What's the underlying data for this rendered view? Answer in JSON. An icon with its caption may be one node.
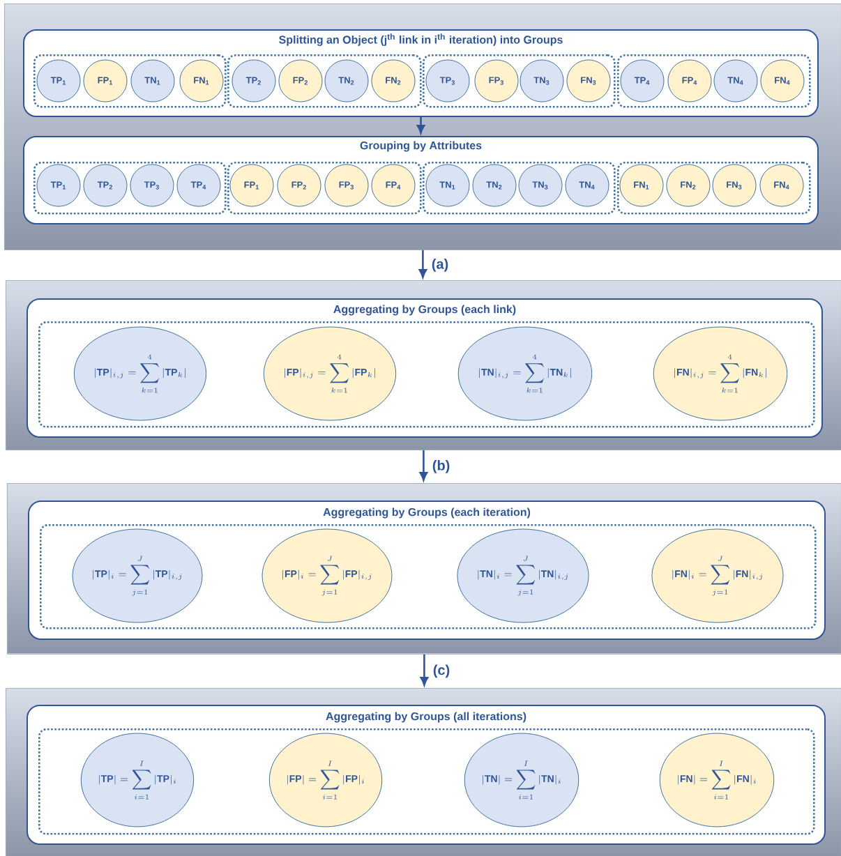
{
  "diagram": {
    "nodes": [
      {
        "text": [],
        "shape": "box"
      },
      {
        "text": [
          "Splitting an Object (j$^{th}$ link in i$^{th}$ iteration) into Groups"
        ],
        "in": 0
      },
      {
        "text": [],
        "shape": "box",
        "in": 1
      },
      {
        "text": [],
        "shape": "box",
        "in": 1
      },
      {
        "text": [],
        "shape": "box",
        "in": 1
      },
      {
        "text": [],
        "shape": "box",
        "in": 1
      },
      {
        "text": [
          "TP$_{1}$"
        ],
        "in": 2
      },
      {
        "text": [
          "FP$_{1}$"
        ],
        "in": 2
      },
      {
        "text": [
          "TN$_{1}$"
        ],
        "in": 2
      },
      {
        "text": [
          "FN$_{1}$"
        ],
        "in": 2
      },
      {
        "text": [
          "TP$_{2}$"
        ],
        "in": 3
      },
      {
        "text": [
          "FP$_{2}$"
        ],
        "in": 3
      },
      {
        "text": [
          "TN$_{2}$"
        ],
        "in": 3
      },
      {
        "text": [
          "FN$_{2}$"
        ],
        "in": 3
      },
      {
        "text": [
          "TP$_{3}$"
        ],
        "in": 4
      },
      {
        "text": [
          "FP$_{3}$"
        ],
        "in": 4
      },
      {
        "text": [
          "TN$_{3}$"
        ],
        "in": 4
      },
      {
        "text": [
          "FN$_{3}$"
        ],
        "in": 4
      },
      {
        "text": [
          "TP$_{4}$"
        ],
        "in": 5
      },
      {
        "text": [
          "FP$_{4}$"
        ],
        "in": 5
      },
      {
        "text": [
          "TN$_{4}$"
        ],
        "in": 5
      },
      {
        "text": [
          "FN$_{4}$"
        ],
        "in": 5
      },
      {
        "text": [
          "Grouping by Attributes"
        ],
        "in": 0
      },
      {
        "text": [],
        "shape": "box",
        "in": 22
      },
      {
        "text": [],
        "shape": "box",
        "in": 22
      },
      {
        "text": [],
        "shape": "box",
        "in": 22
      },
      {
        "text": [],
        "shape": "box",
        "in": 22
      },
      {
        "text": [
          "TP$_{1}$"
        ],
        "in": 23
      },
      {
        "text": [
          "TP$_{2}$"
        ],
        "in": 23
      },
      {
        "text": [
          "TP$_{3}$"
        ],
        "in": 23
      },
      {
        "text": [
          "TP$_{4}$"
        ],
        "in": 23
      },
      {
        "text": [
          "FP$_{1}$"
        ],
        "in": 24
      },
      {
        "text": [
          "FP$_{2}$"
        ],
        "in": 24
      },
      {
        "text": [
          "FP$_{3}$"
        ],
        "in": 24
      },
      {
        "text": [
          "FP$_{4}$"
        ],
        "in": 24
      },
      {
        "text": [
          "TN$_{1}$"
        ],
        "in": 25
      },
      {
        "text": [
          "TN$_{2}$"
        ],
        "in": 25
      },
      {
        "text": [
          "TN$_{3}$"
        ],
        "in": 25
      },
      {
        "text": [
          "TN$_{4}$"
        ],
        "in": 25
      },
      {
        "text": [
          "FN$_{1}$"
        ],
        "in": 26
      },
      {
        "text": [
          "FN$_{2}$"
        ],
        "in": 26
      },
      {
        "text": [
          "FN$_{3}$"
        ],
        "in": 26
      },
      {
        "text": [
          "FN$_{4}$"
        ],
        "in": 26
      },
      {
        "text": [],
        "shape": "box"
      },
      {
        "text": [
          "Aggregating by Groups (each link)"
        ],
        "in": 43
      },
      {
        "text": [],
        "shape": "box",
        "in": 44
      },
      {
        "text": [
          "|\\mathbf{TP}|_{i,j} = \\sum_{k=1}^{4} |\\mathbf{TP}_{k}|"
        ],
        "in": 45
      },
      {
        "text": [
          "|\\mathbf{FP}|_{i,j} = \\sum_{k=1}^{4} |\\mathbf{FP}_{k}|"
        ],
        "in": 45
      },
      {
        "text": [
          "|\\mathbf{TN}|_{i,j} = \\sum_{k=1}^{4} |\\mathbf{TN}_{k}|"
        ],
        "in": 45
      },
      {
        "text": [
          "|\\mathbf{FN}|_{i,j} = \\sum_{k=1}^{4} |\\mathbf{FN}_{k}|"
        ],
        "in": 45
      },
      {
        "text": [],
        "shape": "box"
      },
      {
        "text": [
          "Aggregating by Groups (each iteration)"
        ],
        "in": 50
      },
      {
        "text": [],
        "shape": "box",
        "in": 51
      },
      {
        "text": [
          "|\\mathbf{TP}|_{i} = \\sum_{j=1}^{J} |\\mathbf{TP}|_{i,j}"
        ],
        "in": 52
      },
      {
        "text": [
          "|\\mathbf{FP}|_{i} = \\sum_{j=1}^{J} |\\mathbf{FP}|_{i,j}"
        ],
        "in": 52
      },
      {
        "text": [
          "|\\mathbf{TN}|_{i} = \\sum_{j=1}^{J} |\\mathbf{TN}|_{i,j}"
        ],
        "in": 52
      },
      {
        "text": [
          "|\\mathbf{FN}|_{i} = \\sum_{j=1}^{J} |\\mathbf{FN}|_{i,j}"
        ],
        "in": 52
      },
      {
        "text": [],
        "shape": "box"
      },
      {
        "text": [
          "Aggregating by Groups (all iterations)"
        ],
        "in": 57
      },
      {
        "text": [],
        "shape": "box",
        "in": 58
      },
      {
        "text": [
          "|\\mathbf{TP}| = \\sum_{i=1}^{I} |\\mathbf{TP}|_{i}"
        ],
        "in": 59
      },
      {
        "text": [
          "|\\mathbf{FP}| = \\sum_{i=1}^{I} |\\mathbf{FP}|_{i}"
        ],
        "in": 59
      },
      {
        "text": [
          "|\\mathbf{TN}| = \\sum_{i=1}^{I} |\\mathbf{TN}|_{i}"
        ],
        "in": 59
      },
      {
        "text": [
          "|\\mathbf{FN}| = \\sum_{i=1}^{I} |\\mathbf{FN}|_{i}"
        ],
        "in": 59
      }
    ],
    "edges": [
      {
        "from": 1,
        "to": 22,
        "arrow": "to"
      },
      {
        "from": 0,
        "to": 43,
        "arrow": "to",
        "label": "(a)"
      },
      {
        "from": 43,
        "to": 50,
        "arrow": "to",
        "label": "(b)"
      },
      {
        "from": 50,
        "to": 57,
        "arrow": "to",
        "label": "(c)"
      }
    ]
  }
}
